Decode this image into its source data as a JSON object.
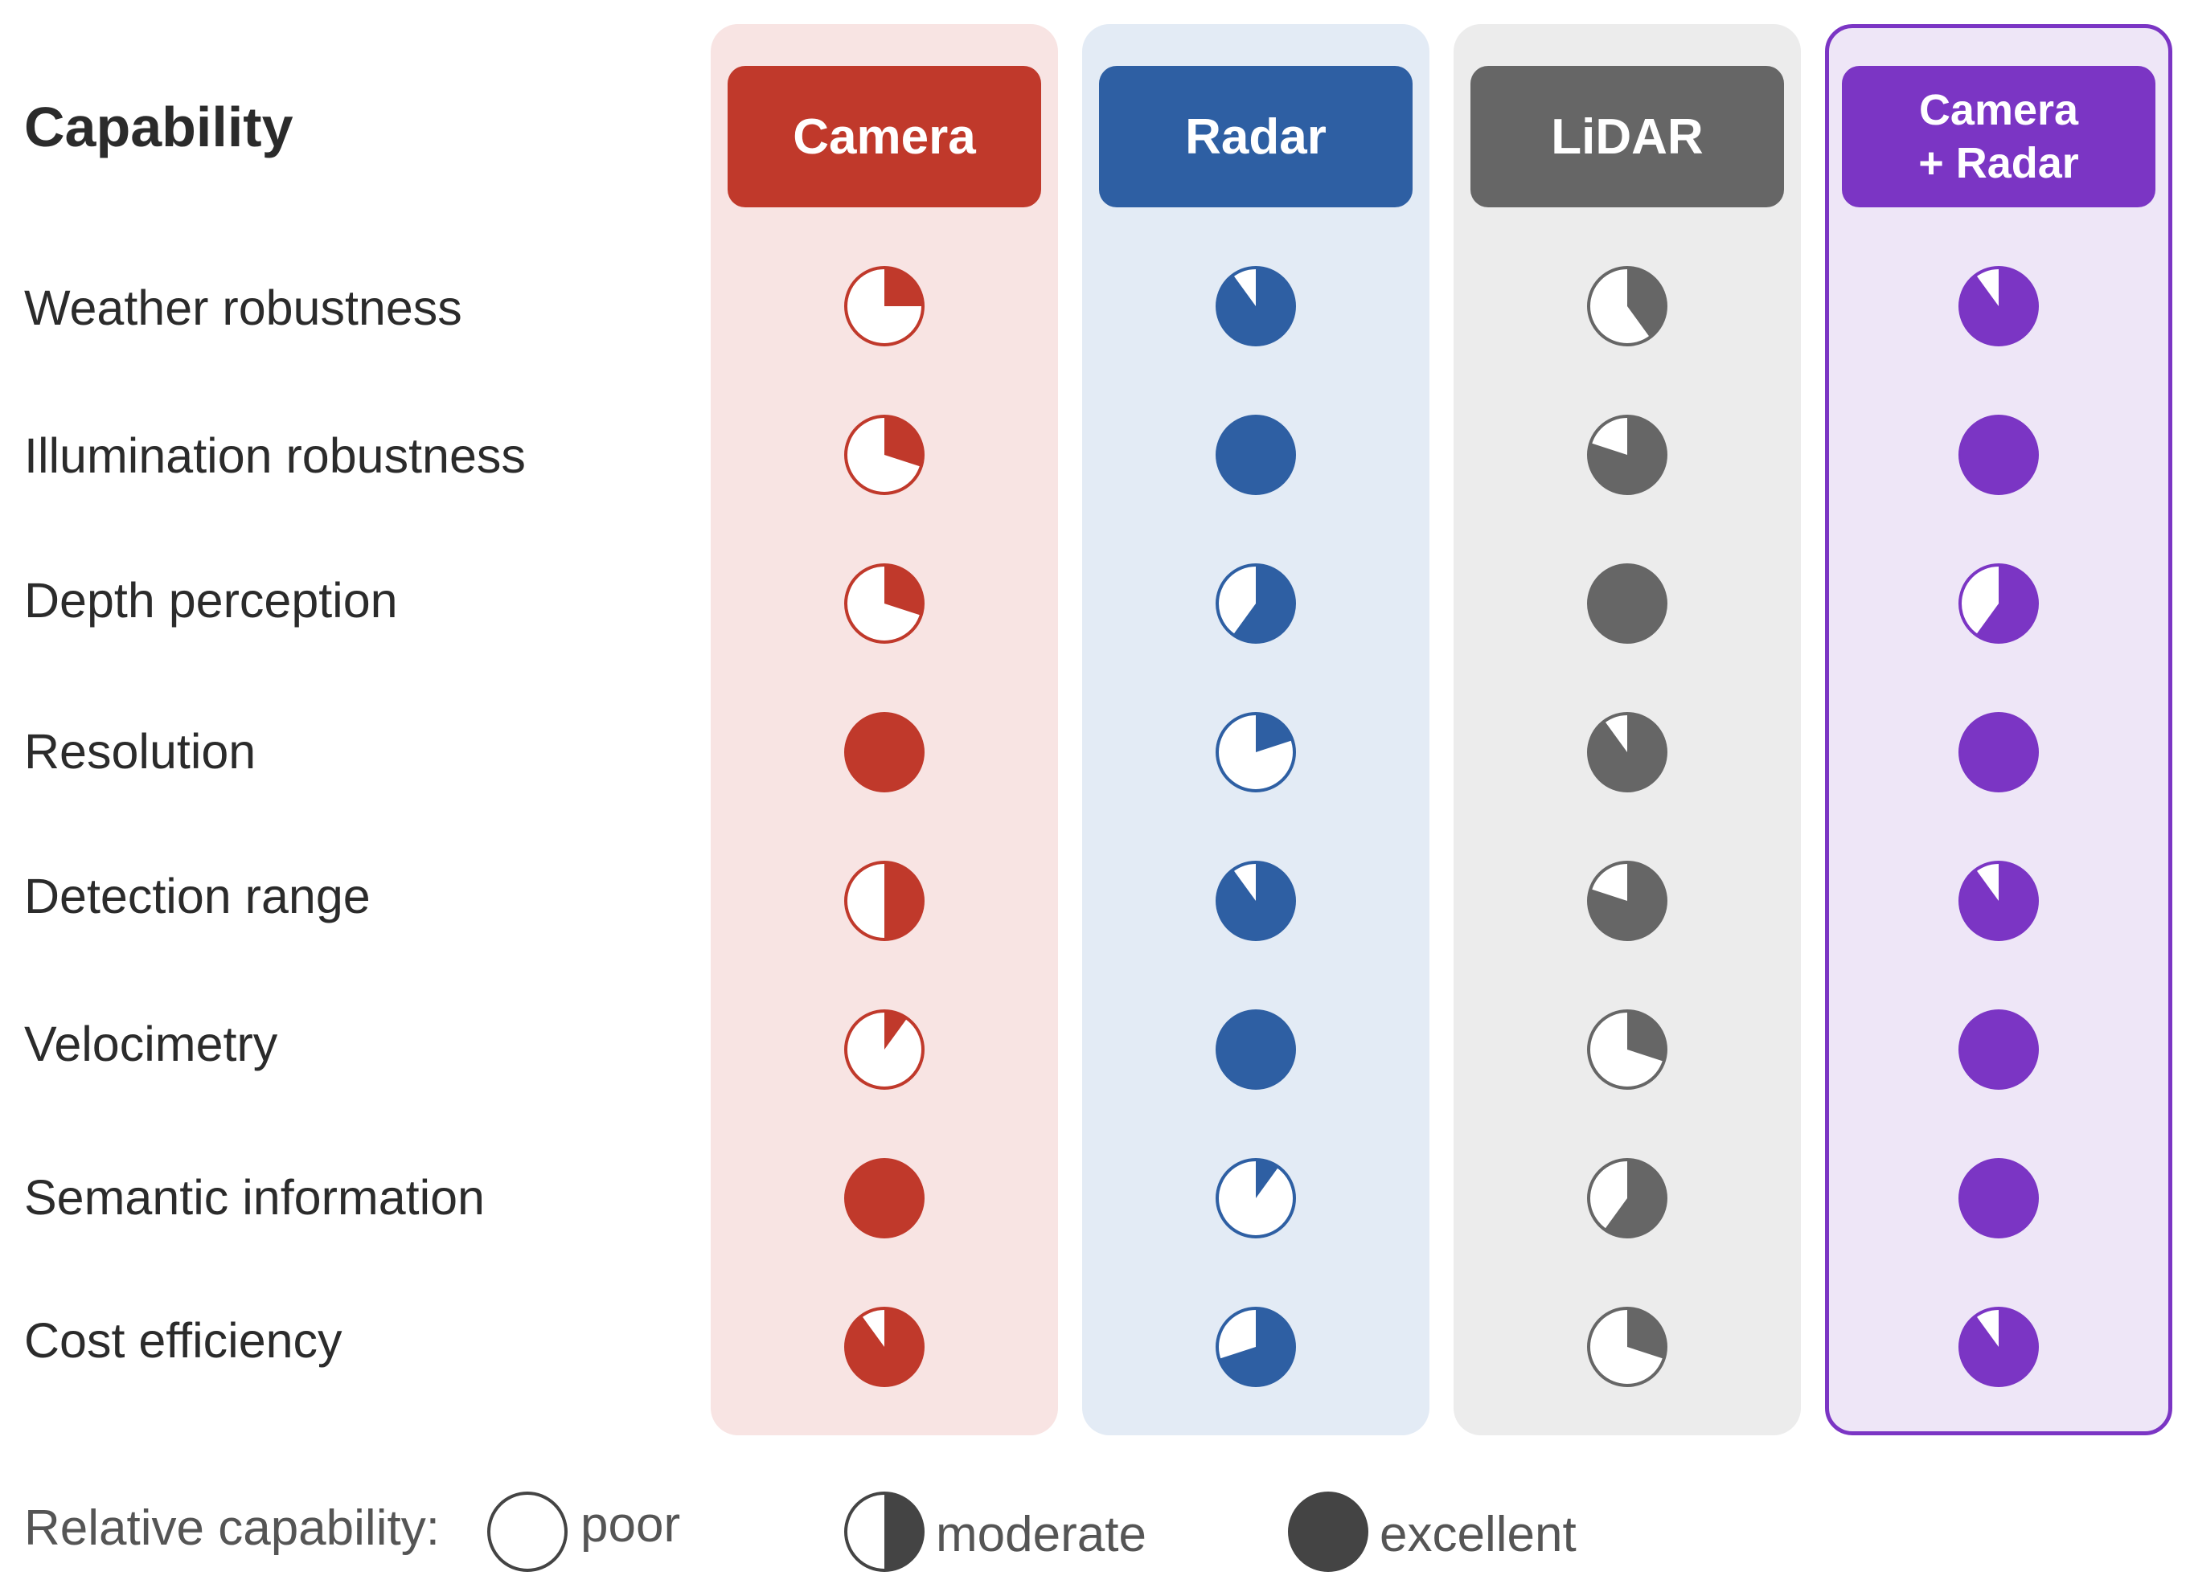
{
  "header": {
    "capability_label": "Capability"
  },
  "columns": [
    {
      "key": "camera",
      "label": "Camera",
      "color": "#c0392b"
    },
    {
      "key": "radar",
      "label": "Radar",
      "color": "#2e5fa3"
    },
    {
      "key": "lidar",
      "label": "LiDAR",
      "color": "#666666"
    },
    {
      "key": "fusion",
      "label_line1": "Camera",
      "label_line2": "+ Radar",
      "color": "#7b35c4"
    }
  ],
  "rows": [
    {
      "label": "Weather robustness",
      "scores": [
        0.25,
        0.9,
        0.4,
        0.9
      ]
    },
    {
      "label": "Illumination robustness",
      "scores": [
        0.3,
        1.0,
        0.8,
        1.0
      ]
    },
    {
      "label": "Depth perception",
      "scores": [
        0.3,
        0.6,
        1.0,
        0.6
      ]
    },
    {
      "label": "Resolution",
      "scores": [
        1.0,
        0.2,
        0.9,
        1.0
      ]
    },
    {
      "label": "Detection range",
      "scores": [
        0.5,
        0.9,
        0.8,
        0.9
      ]
    },
    {
      "label": "Velocimetry",
      "scores": [
        0.1,
        1.0,
        0.3,
        1.0
      ]
    },
    {
      "label": "Semantic information",
      "scores": [
        1.0,
        0.1,
        0.6,
        1.0
      ]
    },
    {
      "label": "Cost efficiency",
      "scores": [
        0.9,
        0.7,
        0.3,
        0.9
      ]
    }
  ],
  "legend": {
    "title": "Relative capability:",
    "items": [
      {
        "label": "poor",
        "score": 0.0
      },
      {
        "label": "moderate",
        "score": 0.5
      },
      {
        "label": "excellent",
        "score": 1.0
      }
    ],
    "color": "#444444"
  }
}
